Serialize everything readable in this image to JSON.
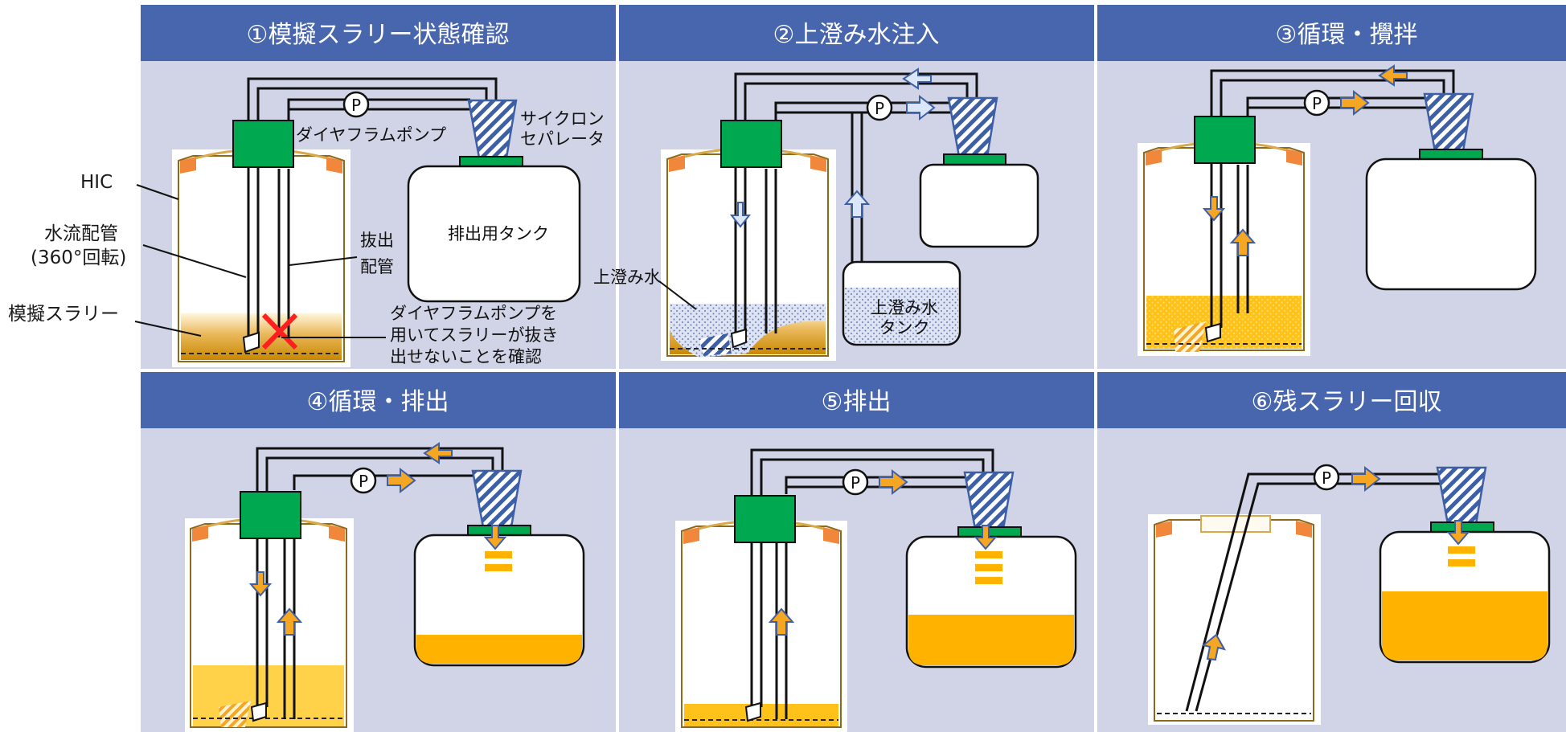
{
  "colors": {
    "header_bg": "#4766ae",
    "panel_bg": "#d0d4e6",
    "pump_green": "#00a84f",
    "slurry_orange": "#ffb300",
    "slurry_light": "#ffd24a",
    "tank_orange": "#f0873a",
    "arrow_orange": "#f5a623",
    "arrow_blue": "#dbe6f8",
    "cross_red": "#ff1f1f",
    "hatch_blue": "#3d5fa6"
  },
  "panels": [
    {
      "title": "①模擬スラリー状態確認"
    },
    {
      "title": "②上澄み水注入"
    },
    {
      "title": "③循環・攪拌"
    },
    {
      "title": "④循環・排出"
    },
    {
      "title": "⑤排出"
    },
    {
      "title": "⑥残スラリー回収"
    }
  ],
  "labels": {
    "hic": "HIC",
    "water_pipe_1": "水流配管",
    "water_pipe_2": "(360°回転)",
    "slurry": "模擬スラリー",
    "extract_1": "抜出",
    "extract_2": "配管",
    "diaphragm": "ダイヤフラムポンプ",
    "cyclone_1": "サイクロン",
    "cyclone_2": "セパレータ",
    "discharge_tank": "排出用タンク",
    "note_1": "ダイヤフラムポンプを",
    "note_2": "用いてスラリーが抜き",
    "note_3": "出せないことを確認",
    "supernatant": "上澄み水",
    "sup_tank_1": "上澄み水",
    "sup_tank_2": "タンク",
    "pump_symbol": "P"
  }
}
